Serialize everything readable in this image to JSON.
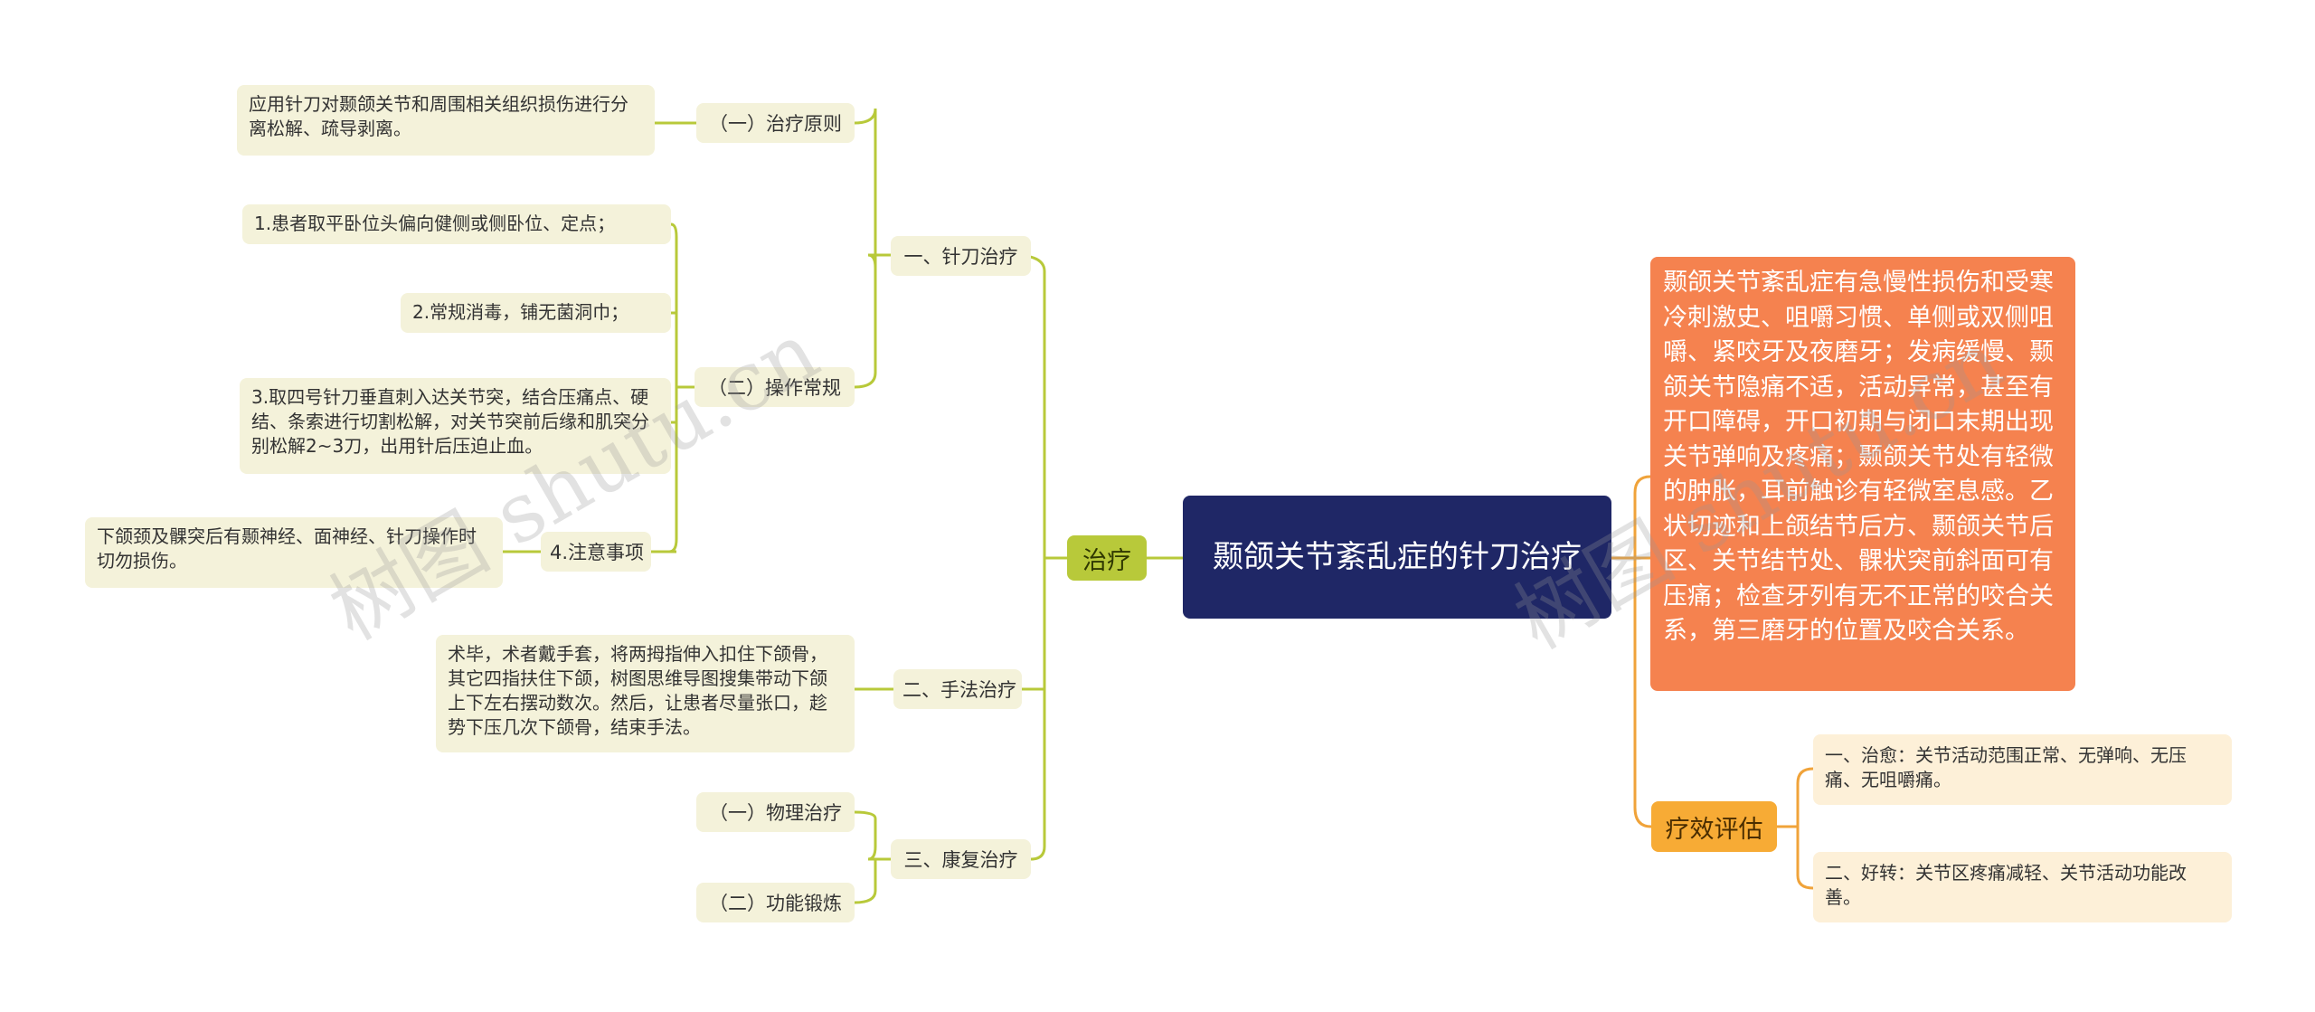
{
  "central": "颞颌关节紊乱症的针刀治疗",
  "left": {
    "branch": "治疗",
    "acupotomy": {
      "label": "一、针刀治疗",
      "principle": {
        "label": "（一）治疗原则",
        "text": "应用针刀对颞颌关节和周围相关组织损伤进行分离松解、疏导剥离。"
      },
      "operation": {
        "label": "（二）操作常规",
        "steps": [
          "1.患者取平卧位头偏向健侧或侧卧位、定点；",
          "2.常规消毒，铺无菌洞巾；",
          "3.取四号针刀垂直刺入达关节突，结合压痛点、硬结、条索进行切割松解，对关节突前后缘和肌突分别松解2~3刀，出用针后压迫止血。"
        ],
        "caution": {
          "label": "4.注意事项",
          "text": "下颌颈及髁突后有颞神经、面神经、针刀操作时切勿损伤。"
        }
      }
    },
    "manual": {
      "label": "二、手法治疗",
      "text": "术毕，术者戴手套，将两拇指伸入扣住下颌骨，其它四指扶住下颌，树图思维导图搜集带动下颌上下左右摆动数次。然后，让患者尽量张口，趁势下压几次下颌骨，结束手法。"
    },
    "rehab": {
      "label": "三、康复治疗",
      "items": [
        "（一）物理治疗",
        "（二）功能锻炼"
      ]
    }
  },
  "right": {
    "description": "颞颌关节紊乱症有急慢性损伤和受寒冷刺激史、咀嚼习惯、单侧或双侧咀嚼、紧咬牙及夜磨牙；发病缓慢、颞颌关节隐痛不适，活动异常，甚至有开口障碍，开口初期与闭口末期出现关节弹响及疼痛；颞颌关节处有轻微的肿胀，耳前触诊有轻微室息感。乙状切迹和上颌结节后方、颞颌关节后区、关节结节处、髁状突前斜面可有压痛；检查牙列有无不正常的咬合关系，第三磨牙的位置及咬合关系。",
    "evaluation": {
      "label": "疗效评估",
      "items": [
        "一、治愈：关节活动范围正常、无弹响、无压痛、无咀嚼痛。",
        "二、好转：关节区疼痛减轻、关节活动功能改善。"
      ]
    }
  },
  "watermark": "树图 shutu.cn",
  "colors": {
    "central": "#1f2766",
    "green_branch": "#b8c93a",
    "green_line": "#b8c93a",
    "leaf_bg": "#f4f2da",
    "orange": "#f5824f",
    "yellow_branch": "#f7ab35",
    "orange_line": "#f0a33a",
    "right_leaf_bg": "#fdf0d8"
  }
}
